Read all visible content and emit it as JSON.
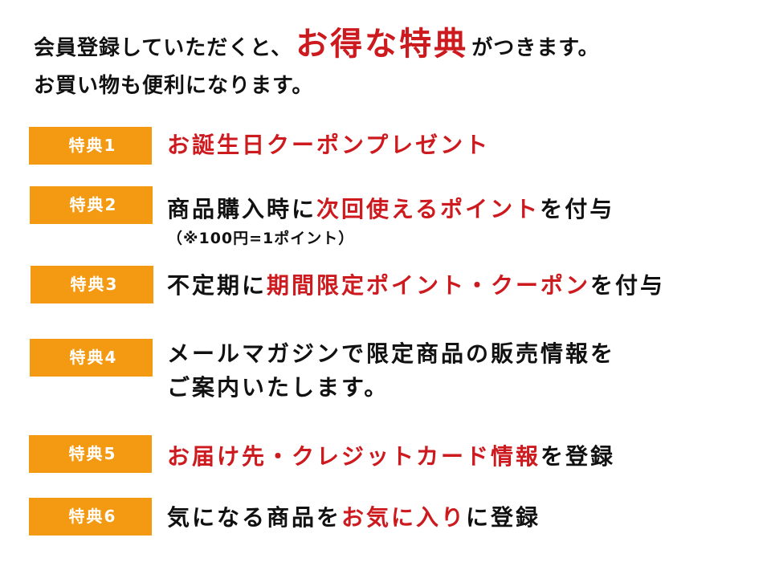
{
  "intro": {
    "line1_prefix": "会員登録していただくと、",
    "line1_highlight": "お得な特典",
    "line1_suffix": "がつきます。",
    "line2": "お買い物も便利になります。"
  },
  "colors": {
    "badge_bg": "#f39a12",
    "highlight_red": "#cc1a1f",
    "text": "#111111"
  },
  "benefits": [
    {
      "badge": "特典1",
      "segments": [
        {
          "text": "お誕生日クーポンプレゼント",
          "highlight": true
        }
      ]
    },
    {
      "badge": "特典2",
      "segments": [
        {
          "text": "商品購入時に",
          "highlight": false
        },
        {
          "text": "次回使えるポイント",
          "highlight": true
        },
        {
          "text": "を付与",
          "highlight": false
        }
      ],
      "note": "（※100円=1ポイント）"
    },
    {
      "badge": "特典3",
      "segments": [
        {
          "text": "不定期に",
          "highlight": false
        },
        {
          "text": "期間限定ポイント・クーポン",
          "highlight": true
        },
        {
          "text": "を付与",
          "highlight": false
        }
      ]
    },
    {
      "badge": "特典4",
      "lines": [
        "メールマガジンで限定商品の販売情報を",
        "ご案内いたします。"
      ]
    },
    {
      "badge": "特典5",
      "segments": [
        {
          "text": "お届け先・クレジットカード情報",
          "highlight": true
        },
        {
          "text": "を登録",
          "highlight": false
        }
      ]
    },
    {
      "badge": "特典6",
      "segments": [
        {
          "text": "気になる商品を",
          "highlight": false
        },
        {
          "text": "お気に入り",
          "highlight": true
        },
        {
          "text": "に登録",
          "highlight": false
        }
      ]
    }
  ]
}
